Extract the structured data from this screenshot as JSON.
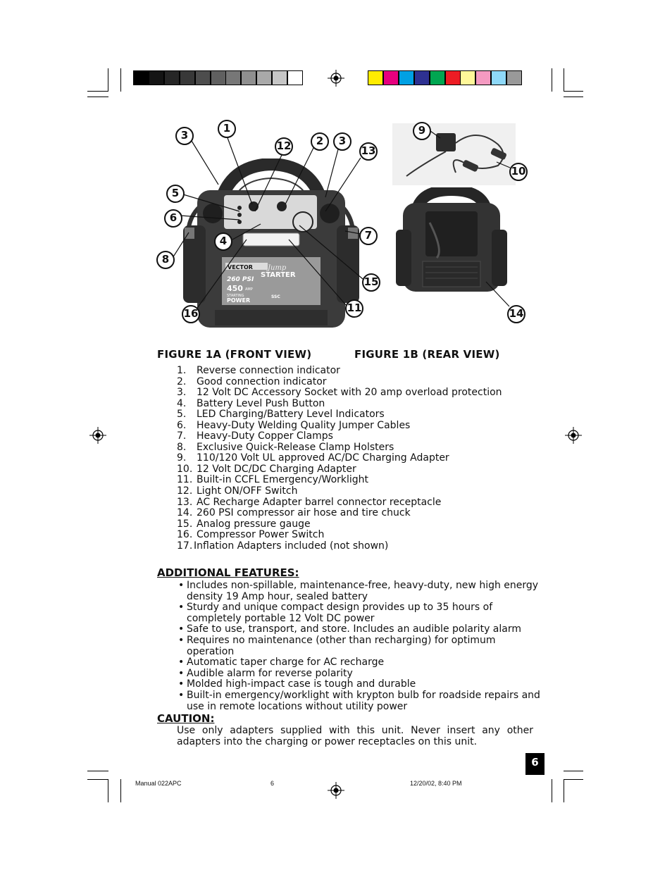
{
  "figures": {
    "front_title": "FIGURE 1A (FRONT VIEW)",
    "rear_title": "FIGURE 1B (REAR VIEW)",
    "callouts": [
      "1",
      "2",
      "3",
      "3",
      "4",
      "5",
      "6",
      "7",
      "8",
      "9",
      "10",
      "11",
      "12",
      "13",
      "14",
      "15",
      "16"
    ],
    "product_label": {
      "brand": "VECTOR",
      "jump": "Jump",
      "starter": "STARTER",
      "psi": "260 PSI",
      "amp": "450",
      "amp_unit": "AMP",
      "starting": "STARTING",
      "power": "POWER",
      "ssc": "SSC"
    }
  },
  "components": [
    {
      "num": "1.",
      "text": "Reverse connection indicator"
    },
    {
      "num": "2.",
      "text": "Good connection indicator"
    },
    {
      "num": "3.",
      "text": "12 Volt DC Accessory Socket with 20 amp overload protection"
    },
    {
      "num": "4.",
      "text": "Battery Level Push Button"
    },
    {
      "num": "5.",
      "text": "LED Charging/Battery Level Indicators"
    },
    {
      "num": "6.",
      "text": "Heavy-Duty Welding Quality Jumper Cables"
    },
    {
      "num": "7.",
      "text": "Heavy-Duty Copper Clamps"
    },
    {
      "num": "8.",
      "text": "Exclusive Quick-Release Clamp Holsters"
    },
    {
      "num": "9.",
      "text": "110/120 Volt UL approved AC/DC Charging Adapter"
    },
    {
      "num": "10.",
      "text": "12 Volt DC/DC Charging Adapter"
    },
    {
      "num": "11.",
      "text": "Built-in CCFL Emergency/Worklight"
    },
    {
      "num": "12.",
      "text": "Light ON/OFF Switch"
    },
    {
      "num": "13.",
      "text": "AC Recharge Adapter barrel connector receptacle"
    },
    {
      "num": "14.",
      "text": "260 PSI compressor air hose and tire chuck"
    },
    {
      "num": "15.",
      "text": "Analog pressure gauge"
    },
    {
      "num": "16.",
      "text": "Compressor Power Switch"
    },
    {
      "num": "17.",
      "text": "Inflation Adapters included (not shown)"
    }
  ],
  "additional": {
    "heading": "ADDITIONAL FEATURES:",
    "items": [
      "Includes non-spillable, maintenance-free, heavy-duty, new high energy density 19 Amp hour, sealed battery",
      "Sturdy and unique compact design provides up to 35 hours of completely portable 12 Volt DC power",
      "Safe to use, transport, and store. Includes an audible polarity alarm",
      "Requires no maintenance (other than recharging) for optimum operation",
      "Automatic taper charge for AC recharge",
      "Audible alarm for reverse polarity",
      "Molded high-impact case is tough and durable",
      "Built-in emergency/worklight with krypton bulb for roadside repairs and use in remote locations without utility power"
    ]
  },
  "caution": {
    "heading": "CAUTION:",
    "text": "Use only adapters supplied with this unit. Never insert any other adapters into the charging or power receptacles on this unit."
  },
  "page_number": "6",
  "footer": {
    "file": "Manual 022APC",
    "page": "6",
    "datetime": "12/20/02, 8:40 PM"
  },
  "colors": {
    "grays": [
      "#000000",
      "#141414",
      "#262626",
      "#383838",
      "#4d4d4d",
      "#606060",
      "#777777",
      "#8f8f8f",
      "#a9a9a9",
      "#c6c6c6",
      "#ffffff"
    ],
    "process": [
      "#ffec00",
      "#e6007e",
      "#00a0e3",
      "#2e3192",
      "#00a651",
      "#ed1c24",
      "#fff799",
      "#f49ac1",
      "#8ed8f8",
      "#999999"
    ]
  }
}
